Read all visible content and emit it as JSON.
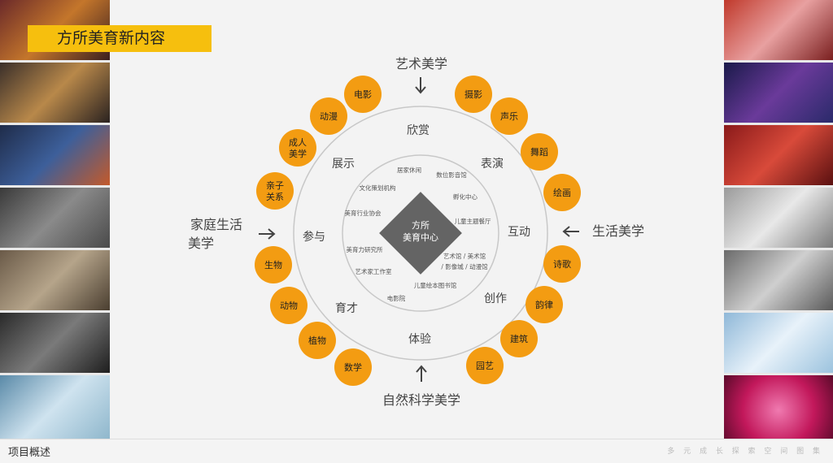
{
  "title": "方所美育新内容",
  "footer": {
    "section": "项目概述",
    "tagline": "多 元 成 长 探 索 空 间 图 集"
  },
  "colors": {
    "accent": "#f39c12",
    "title_bar": "#f6bf0e",
    "center": "#646464"
  },
  "center": {
    "line1": "方所",
    "line2": "美育中心"
  },
  "directions": {
    "top": "艺术美学",
    "left_line1": "家庭生活",
    "left_line2": "美学",
    "right": "生活美学",
    "bottom": "自然科学美学"
  },
  "ring_labels": [
    "欣赏",
    "表演",
    "互动",
    "创作",
    "体验",
    "育才",
    "参与",
    "展示"
  ],
  "inner_items": [
    "居家休闲",
    "数位影音馆",
    "文化策划机构",
    "孵化中心",
    "美育行业协会",
    "儿童主题餐厅",
    "美育力研究所",
    "艺术馆 / 美术馆",
    "/ 影像城 / 动漫馆",
    "艺术家工作室",
    "儿童绘本图书馆",
    "电影院"
  ],
  "bubbles": [
    {
      "lines": [
        "电影"
      ]
    },
    {
      "lines": [
        "摄影"
      ]
    },
    {
      "lines": [
        "动漫"
      ]
    },
    {
      "lines": [
        "声乐"
      ]
    },
    {
      "lines": [
        "成人",
        "美学"
      ]
    },
    {
      "lines": [
        "舞蹈"
      ]
    },
    {
      "lines": [
        "亲子",
        "关系"
      ]
    },
    {
      "lines": [
        "绘画"
      ]
    },
    {
      "lines": [
        "诗歌"
      ]
    },
    {
      "lines": [
        "生物"
      ]
    },
    {
      "lines": [
        "韵律"
      ]
    },
    {
      "lines": [
        "动物"
      ]
    },
    {
      "lines": [
        "建筑"
      ]
    },
    {
      "lines": [
        "植物"
      ]
    },
    {
      "lines": [
        "园艺"
      ]
    },
    {
      "lines": [
        "数学"
      ]
    }
  ]
}
